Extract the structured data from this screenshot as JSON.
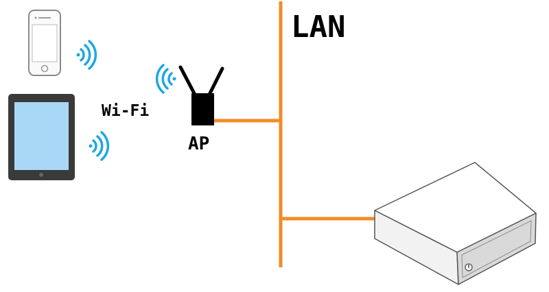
{
  "labels": {
    "lan": "LAN",
    "wifi": "Wi-Fi",
    "ap": "AP"
  },
  "colors": {
    "network_line": "#f28c28",
    "wifi_waves": "#1ea7e1",
    "tablet_screen": "#a9d8f7",
    "tablet_body": "#3a3a3a",
    "ap_device": "#000000",
    "server_box": "#ffffff",
    "outline": "#555555"
  },
  "icons": {
    "smartphone": "smartphone-icon",
    "tablet": "tablet-icon",
    "access_point": "access-point-icon",
    "server": "server-box-icon",
    "wifi_signal": "wifi-signal-icon"
  }
}
